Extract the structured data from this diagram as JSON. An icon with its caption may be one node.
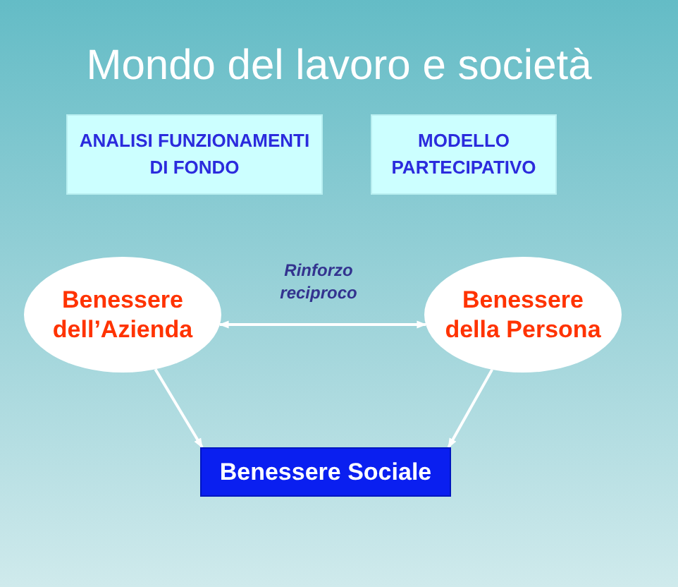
{
  "diagram": {
    "title": "Mondo del lavoro e società",
    "nodes": [
      {
        "text": [
          "ANALISI FUNZIONAMENTI DI FONDO"
        ]
      },
      {
        "text": [
          "MODELLO PARTECIPATIVO"
        ]
      },
      {
        "text": [
          "Benessere dell’Azienda"
        ]
      },
      {
        "text": [
          "Benessere della Persona"
        ]
      },
      {
        "text": [
          "Benessere Sociale"
        ]
      }
    ],
    "edges": [
      {
        "from": 2,
        "to": 3,
        "arrow": "both",
        "label": "Rinforzo reciproco"
      },
      {
        "from": 2,
        "to": 4,
        "arrow": "to"
      },
      {
        "from": 3,
        "to": 4,
        "arrow": "to"
      }
    ]
  }
}
